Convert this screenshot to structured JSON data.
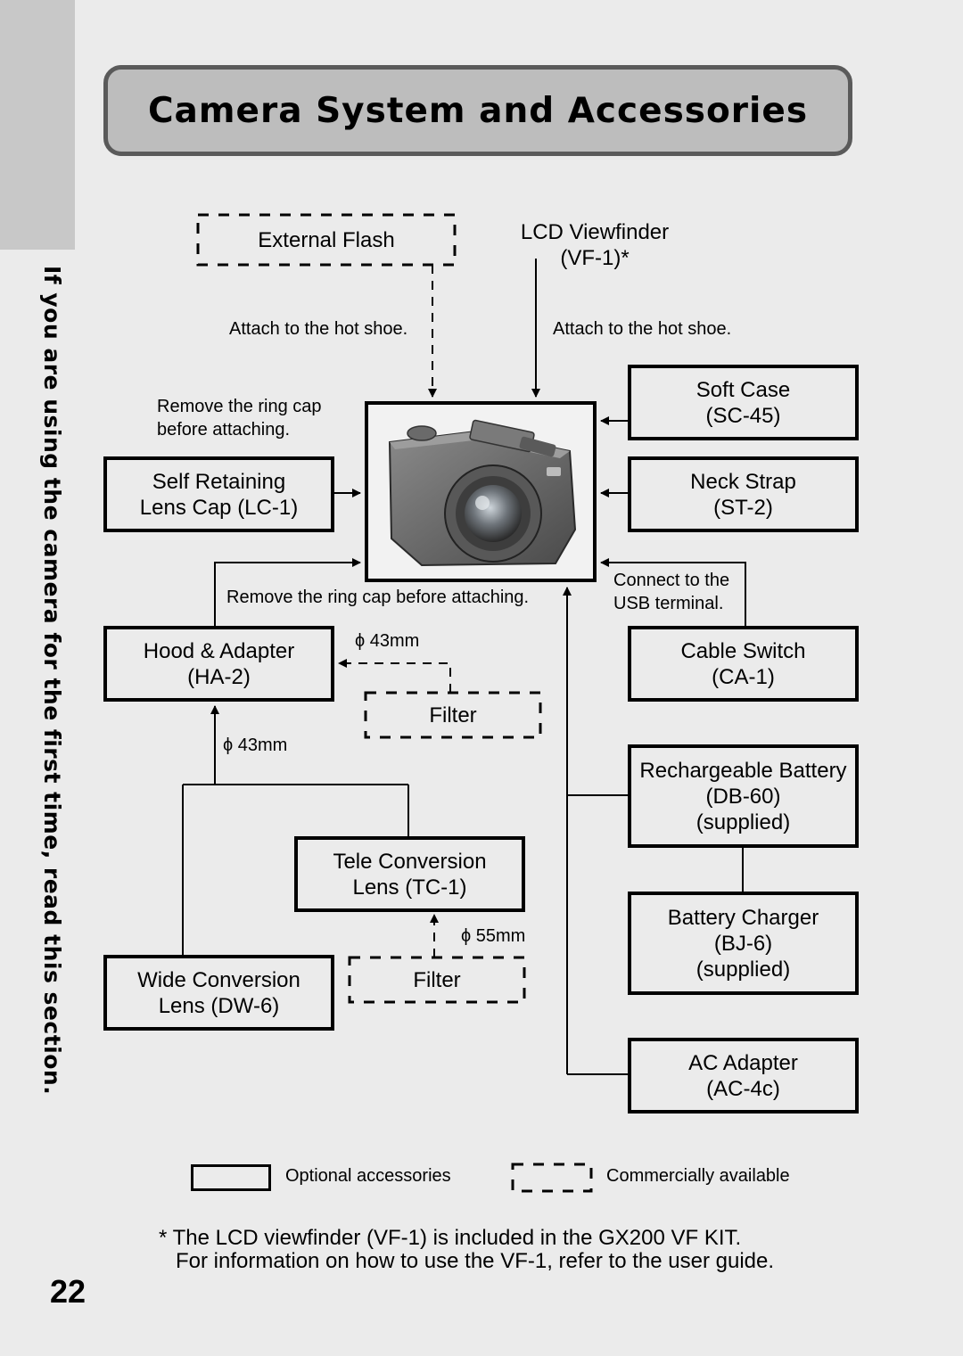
{
  "side_tab_text": "If you are using the camera for the first time, read this section.",
  "page_number": "22",
  "title": "Camera System and Accessories",
  "lcd_viewfinder": {
    "line1": "LCD Viewfinder",
    "line2": "(VF-1)*"
  },
  "boxes": {
    "external_flash": {
      "line1": "External Flash"
    },
    "self_retaining_lens_cap": {
      "line1": "Self Retaining",
      "line2": "Lens Cap (LC-1)"
    },
    "hood_adapter": {
      "line1": "Hood & Adapter",
      "line2": "(HA-2)"
    },
    "filter_upper": {
      "line1": "Filter"
    },
    "tele_conversion": {
      "line1": "Tele Conversion",
      "line2": "Lens (TC-1)"
    },
    "filter_lower": {
      "line1": "Filter"
    },
    "wide_conversion": {
      "line1": "Wide Conversion",
      "line2": "Lens (DW-6)"
    },
    "soft_case": {
      "line1": "Soft Case",
      "line2": "(SC-45)"
    },
    "neck_strap": {
      "line1": "Neck Strap",
      "line2": "(ST-2)"
    },
    "cable_switch": {
      "line1": "Cable Switch",
      "line2": "(CA-1)"
    },
    "battery": {
      "line1": "Rechargeable Battery",
      "line2": "(DB-60)",
      "line3": "(supplied)"
    },
    "charger": {
      "line1": "Battery Charger",
      "line2": "(BJ-6)",
      "line3": "(supplied)"
    },
    "ac_adapter": {
      "line1": "AC Adapter",
      "line2": "(AC-4c)"
    }
  },
  "annotations": {
    "hot_shoe_left": "Attach to the hot shoe.",
    "hot_shoe_right": "Attach to the hot shoe.",
    "remove_ring_cap_1": "Remove the ring cap",
    "remove_ring_cap_2": "before attaching.",
    "remove_ring_cap_full": "Remove the ring cap before attaching.",
    "usb_1": "Connect to the",
    "usb_2": "USB terminal.",
    "diameter_43_filter": "ϕ 43mm",
    "diameter_43_hood": "ϕ 43mm",
    "diameter_55": "ϕ 55mm"
  },
  "legend": {
    "optional": "Optional accessories",
    "commercial": "Commercially available"
  },
  "footnote": {
    "line1": "*  The LCD viewfinder (VF-1) is included in the GX200 VF KIT.",
    "line2": "For information on how to use the VF-1, refer to the user guide."
  }
}
